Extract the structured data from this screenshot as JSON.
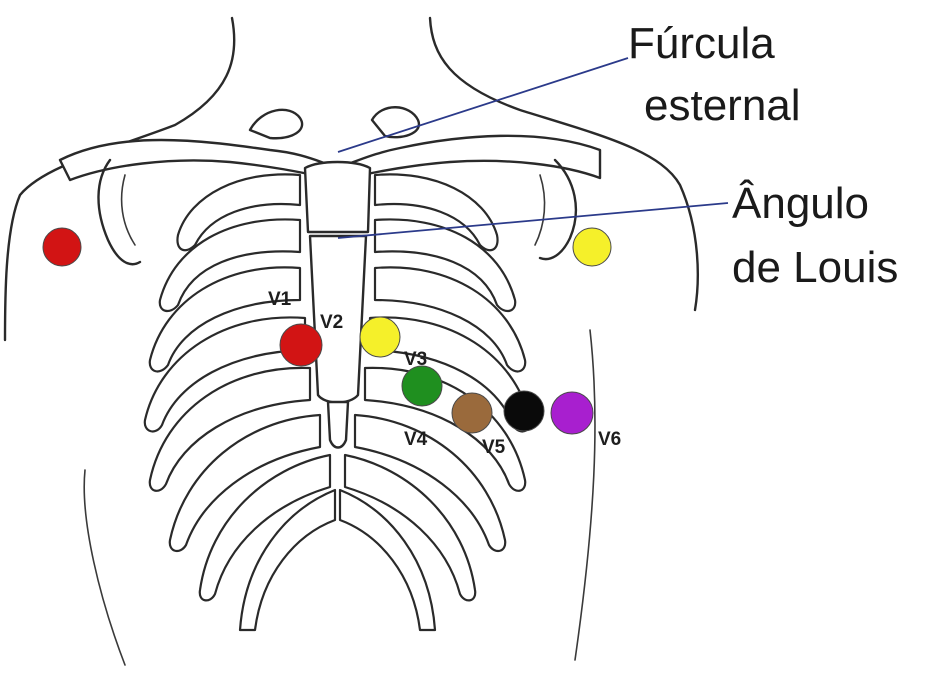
{
  "callouts": {
    "furcula_line1": "Fúrcula",
    "furcula_line2": "esternal",
    "angulo_line1": "Ângulo",
    "angulo_line2": "de Louis"
  },
  "leads": {
    "v1": "V1",
    "v2": "V2",
    "v3": "V3",
    "v4": "V4",
    "v5": "V5",
    "v6": "V6"
  },
  "colors": {
    "red": "#d21414",
    "yellow": "#f5f02a",
    "green": "#1f8f1f",
    "brown": "#9a6a3c",
    "black": "#0a0a0a",
    "purple": "#a81fcf",
    "leader_line": "#2b3a8a"
  }
}
